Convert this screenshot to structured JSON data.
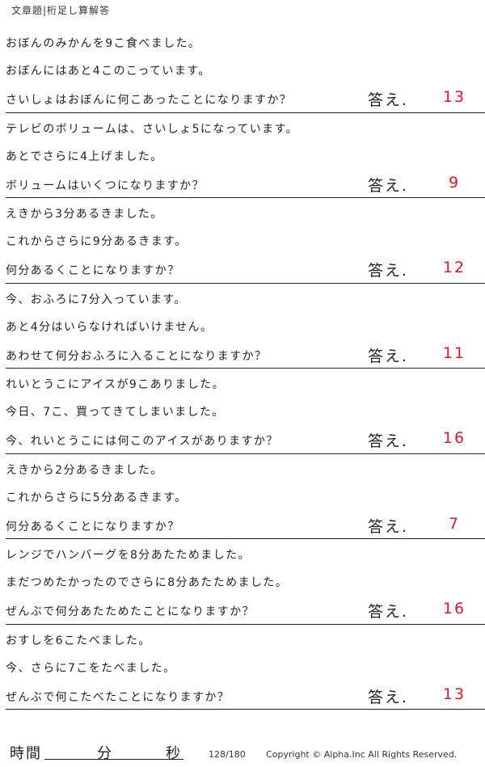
{
  "header": {
    "title": "文章題|桁足し算解答"
  },
  "answer_label": "答え.",
  "problems": [
    {
      "lines": [
        "おぼんのみかんを9こ食べました。",
        "おぼんにはあと4このこっています。",
        "さいしょはおぼんに何こあったことになりますか？"
      ],
      "answer": "13"
    },
    {
      "lines": [
        "テレビのボリュームは、さいしょ5になっています。",
        "あとでさらに4上げました。",
        "ボリュームはいくつになりますか？"
      ],
      "answer": "9"
    },
    {
      "lines": [
        "えきから3分あるきました。",
        "これからさらに9分あるきます。",
        "何分あるくことになりますか？"
      ],
      "answer": "12"
    },
    {
      "lines": [
        "今、おふろに7分入っています。",
        "あと4分はいらなければいけません。",
        "あわせて何分おふろに入ることになりますか？"
      ],
      "answer": "11"
    },
    {
      "lines": [
        "れいとうこにアイスが9こありました。",
        "今日、7こ、買ってきてしまいました。",
        "今、れいとうこには何このアイスがありますか？"
      ],
      "answer": "16"
    },
    {
      "lines": [
        "えきから2分あるきました。",
        "これからさらに5分あるきます。",
        "何分あるくことになりますか？"
      ],
      "answer": "7"
    },
    {
      "lines": [
        "レンジでハンバーグを8分あたためました。",
        "まだつめたかったのでさらに8分あたためました。",
        "ぜんぶで何分あたためたことになりますか？"
      ],
      "answer": "16"
    },
    {
      "lines": [
        "おすしを6こたべました。",
        "今、さらに7こをたべました。",
        "ぜんぶで何こたべたことになりますか？"
      ],
      "answer": "13"
    }
  ],
  "footer": {
    "time_label": "時間",
    "minute_label": "分",
    "second_label": "秒",
    "page": "128/180",
    "copyright": "Copyright ©  Alpha.Inc All Rights Reserved."
  }
}
